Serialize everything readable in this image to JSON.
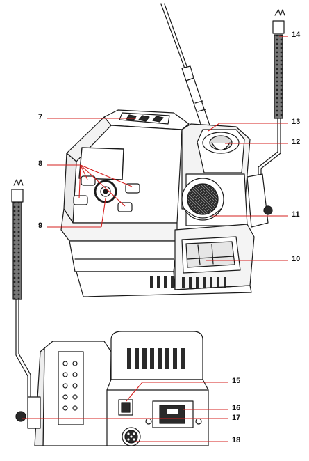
{
  "diagram": {
    "callouts": [
      {
        "id": "c7",
        "number": "7"
      },
      {
        "id": "c8",
        "number": "8"
      },
      {
        "id": "c9",
        "number": "9"
      },
      {
        "id": "c10",
        "number": "10"
      },
      {
        "id": "c11",
        "number": "11"
      },
      {
        "id": "c12",
        "number": "12"
      },
      {
        "id": "c13",
        "number": "13"
      },
      {
        "id": "c14",
        "number": "14"
      },
      {
        "id": "c15",
        "number": "15"
      },
      {
        "id": "c16",
        "number": "16"
      },
      {
        "id": "c17",
        "number": "17"
      },
      {
        "id": "c18",
        "number": "18"
      }
    ],
    "colors": {
      "line": "#1a1a1a",
      "callout": "#d6201f",
      "body_fill": "#ffffff",
      "shade": "#e6e6e6",
      "dark": "#2a2a2a"
    }
  }
}
